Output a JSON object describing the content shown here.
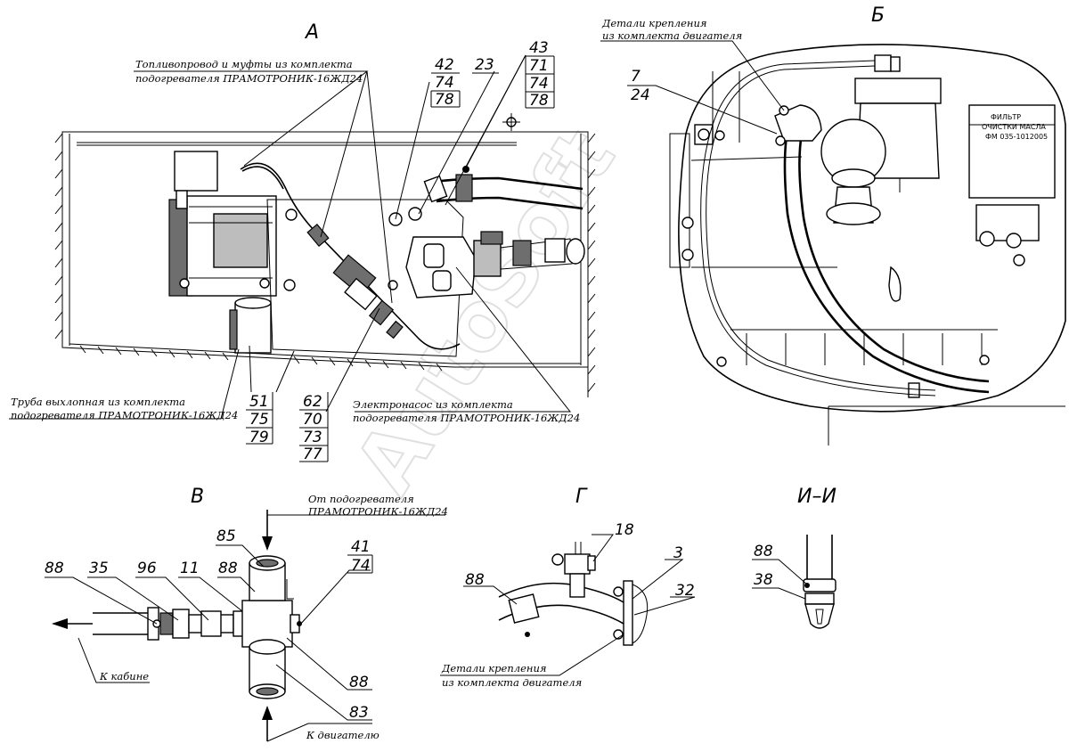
{
  "views": {
    "a": "А",
    "b": "Б",
    "v": "В",
    "g": "Г",
    "ii": "И–И"
  },
  "view_a": {
    "fuel_line_note": [
      "Топливопровод и муфты из комплекта",
      "подогревателя ПРАМОТРОНИК-16ЖД24"
    ],
    "exhaust_note": [
      "Труба выхлопная из комплекта",
      "подогревателя ПРАМОТРОНИК-16ЖД24"
    ],
    "pump_note": [
      "Электронасос из комплекта",
      "подогревателя ПРАМОТРОНИК-16ЖД24"
    ],
    "stack_42": [
      "42",
      "74",
      "78"
    ],
    "callout_23": "23",
    "stack_43": [
      "43",
      "71",
      "74",
      "78"
    ],
    "stack_51": [
      "51",
      "75",
      "79"
    ],
    "stack_62": [
      "62",
      "70",
      "73",
      "77"
    ]
  },
  "view_b": {
    "engine_note": [
      "Детали крепления",
      "из комплекта двигателя"
    ],
    "stack_7": [
      "7",
      "24"
    ],
    "filter_plate": [
      "ФИЛЬТР",
      "ОЧИСТКИ   МАСЛА",
      "ФМ 035-1012005"
    ]
  },
  "view_v": {
    "from_heater_note": [
      "От подогревателя",
      "ПРАМОТРОНИК-16ЖД24"
    ],
    "to_cabin": "К кабине",
    "to_engine": "К двигателю",
    "c88_left": "88",
    "c35": "35",
    "c96": "96",
    "c11": "11",
    "c88_top": "88",
    "c85": "85",
    "stack_41": [
      "41",
      "74"
    ],
    "c88_right": "88",
    "c83": "83"
  },
  "view_g": {
    "c18": "18",
    "c88": "88",
    "c3": "3",
    "c32": "32",
    "engine_note": [
      "Детали крепления",
      "из комплекта двигателя"
    ]
  },
  "view_ii": {
    "c88": "88",
    "c38": "38"
  },
  "watermark": "AutoSoft"
}
